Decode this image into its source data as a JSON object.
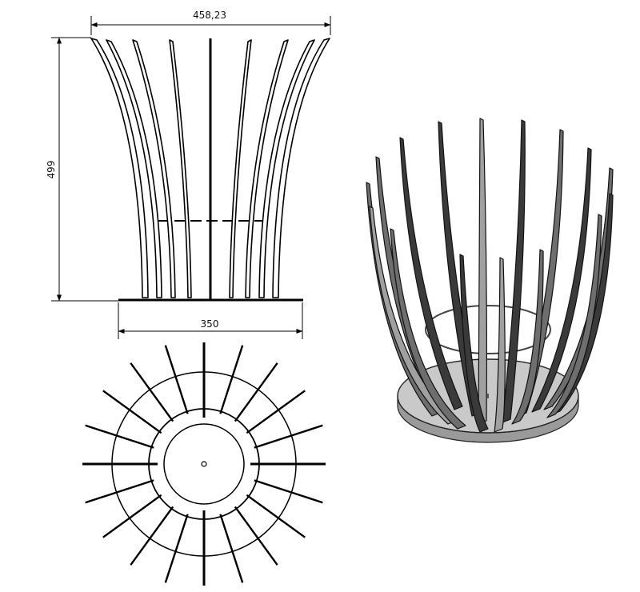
{
  "dimensions": {
    "top_width": "458,23",
    "height": "499",
    "base_width": "350"
  },
  "colors": {
    "line": "#000000",
    "base_plate": "#c9c9c9",
    "slat_dark": "#3a3a3a",
    "slat_mid": "#6e6e6e",
    "slat_light": "#a0a0a0"
  }
}
